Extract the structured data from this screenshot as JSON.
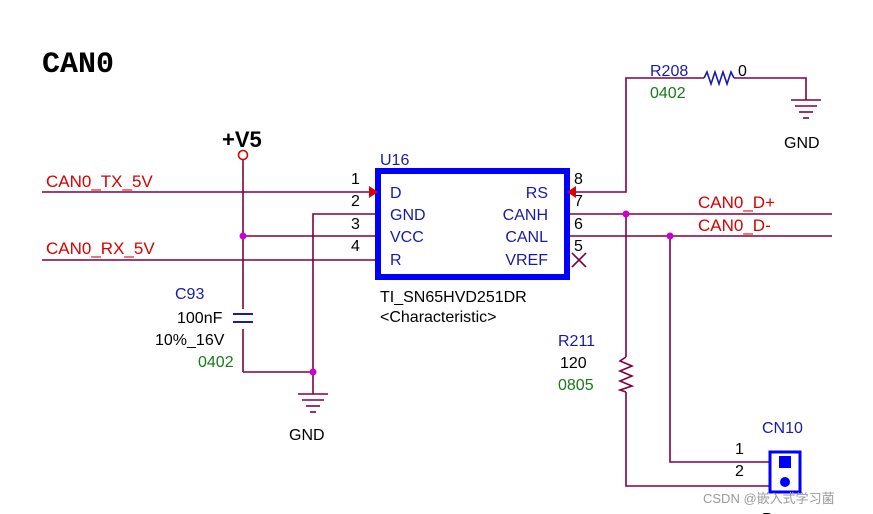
{
  "sheet": {
    "title": "CAN0"
  },
  "power": {
    "label": "+V5"
  },
  "nets": {
    "tx": "CAN0_TX_5V",
    "rx": "CAN0_RX_5V",
    "dp": "CAN0_D+",
    "dm": "CAN0_D-",
    "gnd": "GND"
  },
  "u16": {
    "ref": "U16",
    "part": "TI_SN65HVD251DR",
    "desc": "<Characteristic>",
    "left_pins": [
      {
        "num": "1",
        "name": "D"
      },
      {
        "num": "2",
        "name": "GND"
      },
      {
        "num": "3",
        "name": "VCC"
      },
      {
        "num": "4",
        "name": "R"
      }
    ],
    "right_pins": [
      {
        "num": "8",
        "name": "RS"
      },
      {
        "num": "7",
        "name": "CANH"
      },
      {
        "num": "6",
        "name": "CANL"
      },
      {
        "num": "5",
        "name": "VREF"
      }
    ]
  },
  "c93": {
    "ref": "C93",
    "value": "100nF",
    "rating": "10%_16V",
    "pkg": "0402"
  },
  "r208": {
    "ref": "R208",
    "value": "0",
    "pkg": "0402"
  },
  "r211": {
    "ref": "R211",
    "value": "120",
    "pkg": "0805"
  },
  "cn10": {
    "ref": "CN10",
    "pin1": "1",
    "pin2": "2",
    "partial": "P"
  },
  "watermark": "CSDN @嵌入式学习菌",
  "colors": {
    "wire": "#800040",
    "net_label": "#d80000",
    "component": "#1a1aa8",
    "package": "#167a16",
    "junction": "#cc00cc"
  }
}
